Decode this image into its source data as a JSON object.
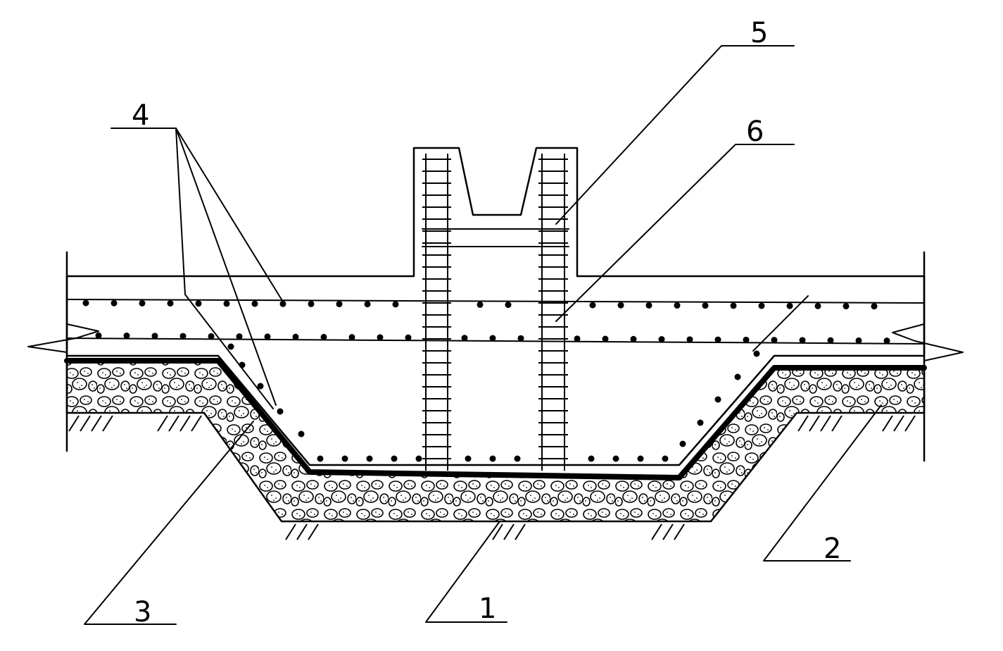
{
  "diagram": {
    "colors": {
      "line": "#000000",
      "background": "#ffffff",
      "gravel_fill": "#ffffff",
      "membrane": "#000000"
    },
    "callouts": [
      {
        "id": "1",
        "label": "1"
      },
      {
        "id": "2",
        "label": "2"
      },
      {
        "id": "3",
        "label": "3"
      },
      {
        "id": "4",
        "label": "4"
      },
      {
        "id": "5",
        "label": "5"
      },
      {
        "id": "6",
        "label": "6"
      }
    ]
  }
}
